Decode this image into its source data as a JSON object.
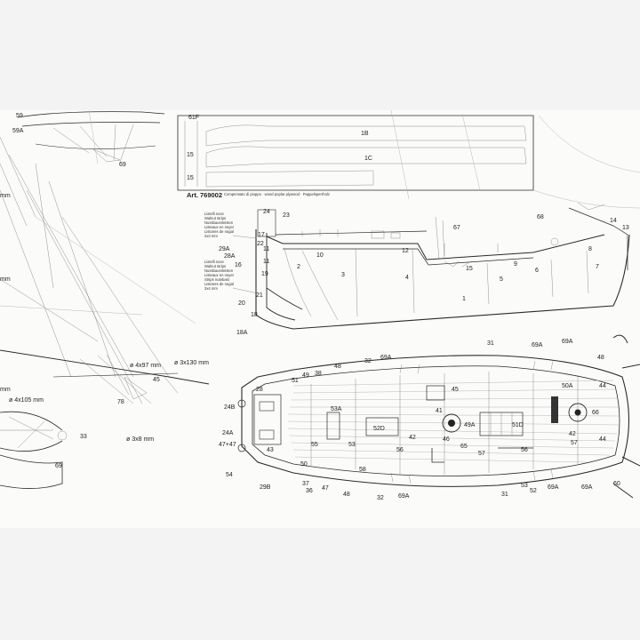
{
  "parts": {
    "p59": "59",
    "p59A": "59A",
    "p69": "69",
    "p61F": "61F",
    "p15a": "15",
    "p15b": "15",
    "p1B": "1B",
    "p1C": "1C",
    "art": "Art. 769002",
    "p24": "24",
    "p23": "23",
    "p17": "17",
    "p22": "22",
    "p29A": "29A",
    "p28A": "28A",
    "p16": "16",
    "p19": "19",
    "p21": "21",
    "p20": "20",
    "p18": "18",
    "p18A": "18A",
    "p11a": "11",
    "p11b": "11",
    "p2": "2",
    "p3": "3",
    "p10": "10",
    "p4": "4",
    "p12": "12",
    "p67": "67",
    "p68": "68",
    "p14": "14",
    "p13": "13",
    "p8": "8",
    "p7": "7",
    "p6": "6",
    "p9": "9",
    "p5": "5",
    "p15c": "15",
    "p1": "1",
    "d1": "ø 4x97 mm",
    "d2": "ø 3x130 mm",
    "d3": "ø 4x105 mm",
    "d4": "ø 3x8 mm",
    "mm1": "mm",
    "mm2": "mm",
    "mm3": "mm",
    "n45": "45",
    "n78": "78",
    "n33": "33",
    "n69b": "69",
    "d28": "28",
    "d24B": "24B",
    "d24A": "24A",
    "d4747": "47+47",
    "d54": "54",
    "d29B": "29B",
    "d43": "43",
    "d32a": "32",
    "d69Aa": "69A",
    "d31a": "31",
    "d69Ab": "69A",
    "d69Ac": "69A",
    "d48a": "48",
    "d38": "38",
    "d49": "49",
    "d51": "51",
    "d45": "45",
    "d53A": "53A",
    "d52D": "52D",
    "d41": "41",
    "d46": "46",
    "d49A": "49A",
    "d51D": "51D",
    "d50A": "50A",
    "d66": "66",
    "d44a": "44",
    "d44b": "44",
    "d42a": "42",
    "d65": "65",
    "d53": "53",
    "d55": "55",
    "d56a": "56",
    "d56b": "56",
    "d57a": "57",
    "d57b": "57",
    "d58": "58",
    "d42b": "42",
    "d50": "50",
    "d47": "47",
    "d37": "37",
    "d36": "36",
    "d48b": "48",
    "d32b": "32",
    "d69Ad": "69A",
    "d31b": "31",
    "d53b": "53",
    "d52": "52",
    "d69Ae": "69A",
    "d69Af": "69A",
    "d60": "60",
    "d48c": "48"
  },
  "notes": {
    "n1": "Listelli noce",
    "n2": "Walnut strips",
    "n3": "Nussbaumleisten",
    "n4": "Listeaux en noyer",
    "n5": "Listones de nogal",
    "n6": "2x3 mm",
    "n7": "Listelli noce",
    "n8": "Walnut strips",
    "n9": "Nussbaumleisten",
    "n10": "Listeaux en noyer",
    "n11": "Strips nutebast",
    "n12": "Listones de nogal",
    "n13": "3x4 mm",
    "compensato": "Compensato di pioppo · wood poplar plywood · Pappelsperrholz"
  }
}
